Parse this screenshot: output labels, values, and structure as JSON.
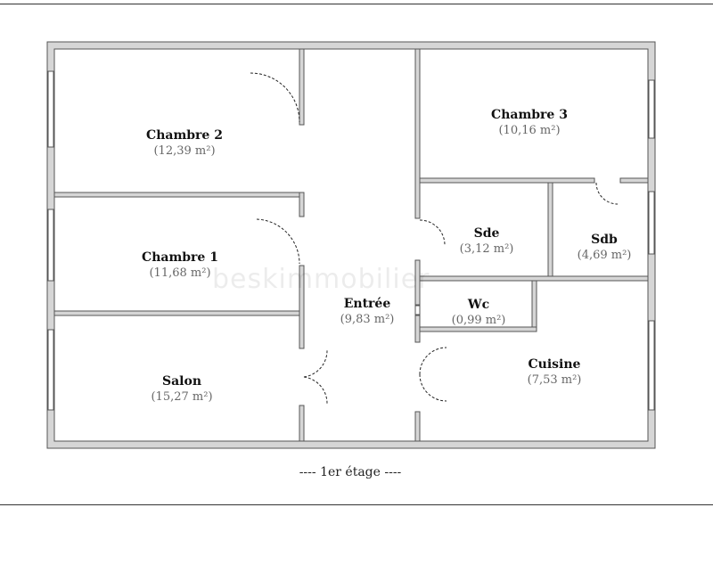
{
  "caption": "---- 1er étage ----",
  "watermark": "beskimmobilier",
  "rooms": {
    "chambre2": {
      "name": "Chambre 2",
      "area": "(12,39 m²)"
    },
    "chambre1": {
      "name": "Chambre 1",
      "area": "(11,68 m²)"
    },
    "salon": {
      "name": "Salon",
      "area": "(15,27 m²)"
    },
    "entree": {
      "name": "Entrée",
      "area": "(9,83 m²)"
    },
    "chambre3": {
      "name": "Chambre 3",
      "area": "(10,16 m²)"
    },
    "sde": {
      "name": "Sde",
      "area": "(3,12 m²)"
    },
    "sdb": {
      "name": "Sdb",
      "area": "(4,69 m²)"
    },
    "wc": {
      "name": "Wc",
      "area": "(0,99 m²)"
    },
    "cuisine": {
      "name": "Cuisine",
      "area": "(7,53 m²)"
    }
  },
  "colors": {
    "wall_fill": "#d6d6d6",
    "wall_stroke": "#555555",
    "window": "#3d3d9e",
    "door_swing": "#222222"
  }
}
